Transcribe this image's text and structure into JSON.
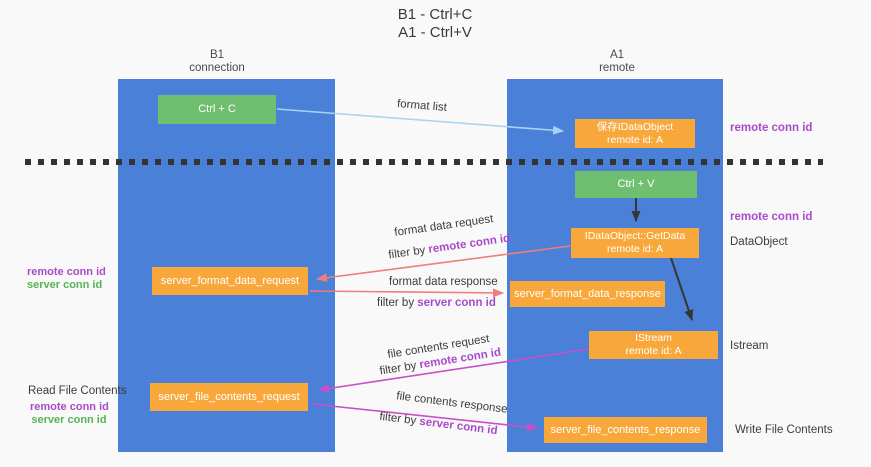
{
  "title": {
    "line1": "B1 - Ctrl+C",
    "line2": "A1 - Ctrl+V"
  },
  "lanes": {
    "left": {
      "title": "B1",
      "subtitle": "connection"
    },
    "right": {
      "title": "A1",
      "subtitle": "remote"
    }
  },
  "boxes": {
    "ctrl_c": {
      "label": "Ctrl + C"
    },
    "ctrl_v": {
      "label": "Ctrl + V"
    },
    "save_idataobject": {
      "line1": "保存IDataObject",
      "line2": "remote id: A"
    },
    "idataobject_getdata": {
      "line1": "IDataObject::GetData",
      "line2": "remote id: A"
    },
    "istream": {
      "line1": "IStream",
      "line2": "remote id: A"
    },
    "server_format_data_request": {
      "label": "server_format_data_request"
    },
    "server_format_data_response": {
      "label": "server_format_data_response"
    },
    "server_file_contents_request": {
      "label": "server_file_contents_request"
    },
    "server_file_contents_response": {
      "label": "server_file_contents_response"
    }
  },
  "annotations_right": {
    "remote_conn_id_top": "remote conn id",
    "remote_conn_id_mid": "remote conn id",
    "dataobject": "DataObject",
    "istream": "Istream",
    "write_file_contents": "Write File Contents"
  },
  "annotations_left": {
    "remote_conn_id_1": "remote conn id",
    "server_conn_id_1": "server conn id",
    "read_file_contents": "Read File Contents",
    "remote_conn_id_2": "remote conn id",
    "server_conn_id_2": "server conn id"
  },
  "flow_labels": {
    "format_list": "format list",
    "format_data_request": "format data request",
    "filter_by_1_prefix": "filter by ",
    "filter_by_1_key": "remote conn id",
    "format_data_response": "format data response",
    "filter_by_2_prefix": "filter by ",
    "filter_by_2_key": "server conn id",
    "file_contents_request": "file contents request",
    "filter_by_3_prefix": "filter by ",
    "filter_by_3_key": "remote conn id",
    "file_contents_response": "file contents response",
    "filter_by_4_prefix": "filter by ",
    "filter_by_4_key": "server conn id"
  },
  "colors": {
    "lane_blue": "#4a80d8",
    "box_orange": "#f8a83b",
    "box_green": "#70bf71",
    "arrow_lightblue": "#a9d3f0",
    "arrow_black": "#363636",
    "arrow_salmon": "#ee7e76",
    "arrow_magenta": "#cb4fc8",
    "label_purple": "#a84bc9",
    "label_green": "#56b356",
    "text_dark": "#3c3c3c"
  }
}
